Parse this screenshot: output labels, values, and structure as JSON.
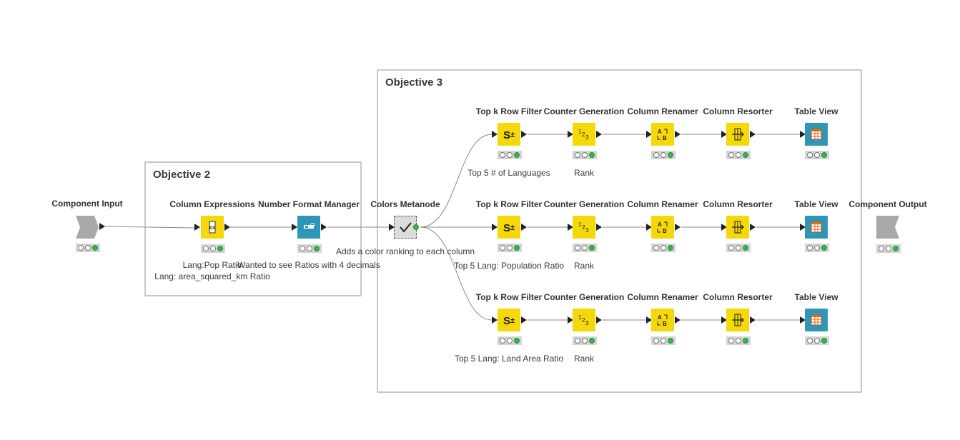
{
  "annotations": {
    "objective2": "Objective 2",
    "objective3": "Objective 3"
  },
  "nodes": {
    "component_input": {
      "title": "Component Input",
      "type": "component-input",
      "status": [
        "off",
        "off",
        "on"
      ]
    },
    "column_expressions": {
      "title": "Column Expressions",
      "type": "manipulator-yellow",
      "icon": "expression-icon",
      "status": [
        "off",
        "off",
        "on"
      ],
      "note": [
        "Lang:Pop Ratio",
        "Lang: area_squared_km Ratio"
      ]
    },
    "number_format_manager": {
      "title": "Number Format Manager",
      "type": "view-blue",
      "icon": "number-format-icon",
      "status": [
        "off",
        "off",
        "on"
      ],
      "note": [
        "Wanted to see Ratios with 4 decimals"
      ]
    },
    "colors_metanode": {
      "title": "Colors Metanode",
      "type": "metanode",
      "icon": "check-icon",
      "note": [
        "Adds a color ranking to each column"
      ]
    },
    "row1": {
      "top_k": {
        "title": "Top k Row Filter",
        "note": "Top 5 # of Languages"
      },
      "counter": {
        "title": "Counter Generation",
        "note": "Rank"
      },
      "renamer": {
        "title": "Column Renamer"
      },
      "resorter": {
        "title": "Column Resorter"
      },
      "table_view": {
        "title": "Table View"
      }
    },
    "row2": {
      "top_k": {
        "title": "Top k Row Filter",
        "note": "Top 5 Lang: Population Ratio"
      },
      "counter": {
        "title": "Counter Generation",
        "note": "Rank"
      },
      "renamer": {
        "title": "Column Renamer"
      },
      "resorter": {
        "title": "Column Resorter"
      },
      "table_view": {
        "title": "Table View"
      }
    },
    "row3": {
      "top_k": {
        "title": "Top k Row Filter",
        "note": "Top 5 Lang: Land Area Ratio"
      },
      "counter": {
        "title": "Counter Generation",
        "note": "Rank"
      },
      "renamer": {
        "title": "Column Renamer"
      },
      "resorter": {
        "title": "Column Resorter"
      },
      "table_view": {
        "title": "Table View"
      }
    },
    "component_output": {
      "title": "Component Output",
      "type": "component-output",
      "status": [
        "off",
        "off",
        "on"
      ]
    }
  },
  "icons": {
    "top_k": "top-k-filter-icon",
    "counter": "counter-icon",
    "renamer": "column-renamer-icon",
    "resorter": "column-resorter-icon",
    "table_view": "table-view-icon"
  },
  "colors": {
    "manipulator": "#f5d80a",
    "view": "#2e97b8",
    "component": "#a8a8a8",
    "status_ok": "#2fb84a",
    "wire": "#8a8a8a",
    "annotation_border": "#c8c8c8"
  }
}
